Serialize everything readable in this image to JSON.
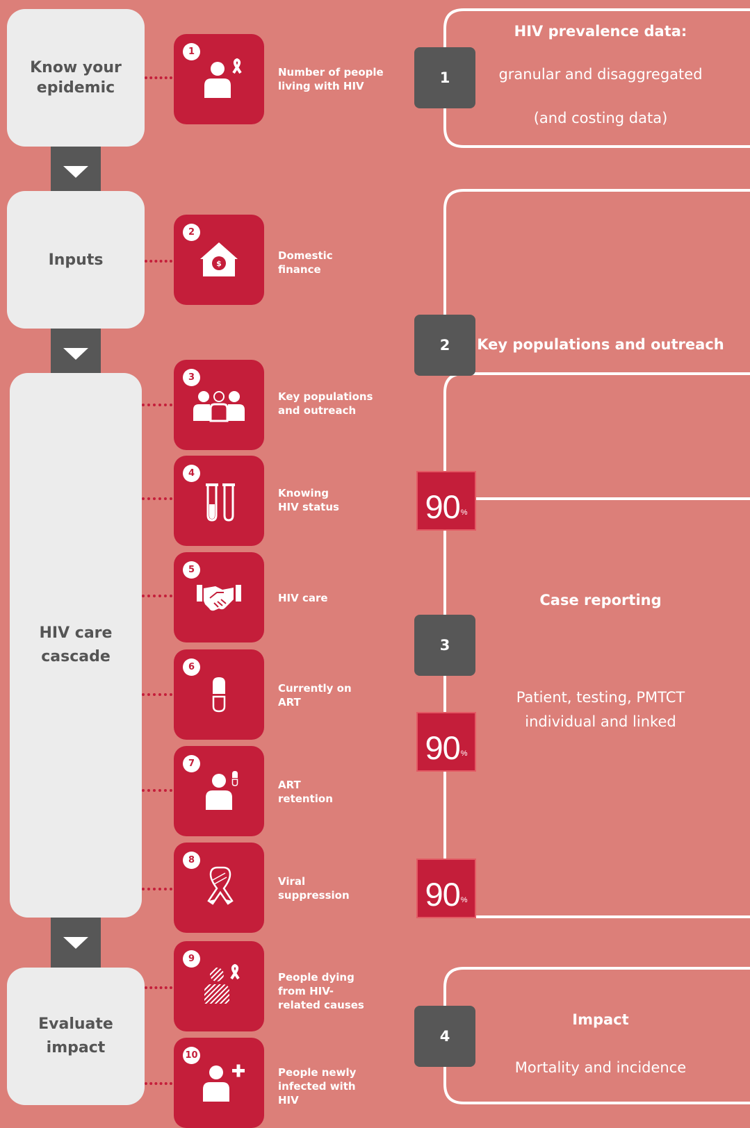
{
  "stages": [
    {
      "id": "know",
      "label": "Know your\nepidemic"
    },
    {
      "id": "inputs",
      "label": "Inputs"
    },
    {
      "id": "cascade",
      "label": "HIV care\ncascade"
    },
    {
      "id": "impact",
      "label": "Evaluate\nimpact"
    }
  ],
  "indicators": [
    {
      "number": "1",
      "label": "Number of people\nliving with HIV",
      "icon": "person-ribbon-icon"
    },
    {
      "number": "2",
      "label": "Domestic\nfinance",
      "icon": "house-coin-icon"
    },
    {
      "number": "3",
      "label": "Key populations\nand outreach",
      "icon": "group-icon"
    },
    {
      "number": "4",
      "label": "Knowing\nHIV status",
      "icon": "test-tubes-icon"
    },
    {
      "number": "5",
      "label": "HIV care",
      "icon": "handshake-icon"
    },
    {
      "number": "6",
      "label": "Currently on\nART",
      "icon": "pill-capsule-icon"
    },
    {
      "number": "7",
      "label": "ART\nretention",
      "icon": "person-pill-icon"
    },
    {
      "number": "8",
      "label": "Viral\nsuppression",
      "icon": "ribbon-icon"
    },
    {
      "number": "9",
      "label": "People dying\nfrom HIV-\nrelated causes",
      "icon": "hatched-person-ribbon-icon"
    },
    {
      "number": "10",
      "label": "People newly\ninfected with\nHIV",
      "icon": "person-plus-icon"
    }
  ],
  "data_systems": [
    {
      "number": "1",
      "title": "HIV prevalence data:",
      "body": [
        "granular and disaggregated",
        "(and costing data)"
      ]
    },
    {
      "number": "2",
      "title": "Key populations and outreach",
      "body": []
    },
    {
      "number": "3",
      "title": "Case reporting",
      "body": [
        "Patient, testing, PMTCT\nindividual and linked"
      ]
    },
    {
      "number": "4",
      "title": "Impact",
      "body": [
        "Mortality and incidence"
      ]
    }
  ],
  "targets": [
    {
      "value": "90",
      "unit": "%"
    },
    {
      "value": "90",
      "unit": "%"
    },
    {
      "value": "90",
      "unit": "%"
    }
  ],
  "colors": {
    "background": "#dc7f79",
    "tile_red": "#c41e3a",
    "stage_grey": "#ececec",
    "dark_grey": "#575757",
    "panel_border": "#ffffff"
  }
}
